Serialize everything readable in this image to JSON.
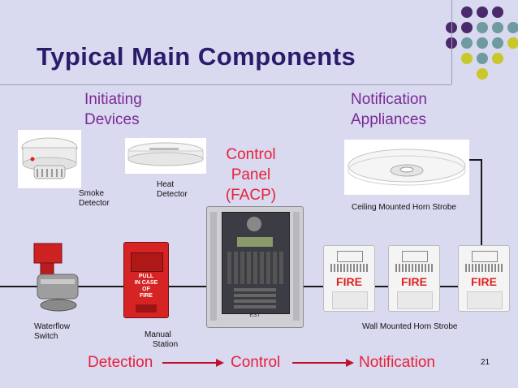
{
  "title": "Typical Main Components",
  "initiating_label": [
    "Initiating",
    "Devices"
  ],
  "notification_label": [
    "Notification",
    "Appliances"
  ],
  "control_label": [
    "Control",
    "Panel",
    "(FACP)"
  ],
  "captions": {
    "smoke": [
      "Smoke",
      "Detector"
    ],
    "heat": [
      "Heat",
      "Detector"
    ],
    "waterflow": [
      "Waterflow",
      "Switch"
    ],
    "manual": [
      "Manual",
      "Station"
    ],
    "ceiling": "Ceiling Mounted Horn Strobe",
    "wall": "Wall Mounted Horn Strobe"
  },
  "flow": {
    "detection": "Detection",
    "control": "Control",
    "notification": "Notification"
  },
  "page_number": "21",
  "device_text": {
    "fire": "FIRE",
    "pull": "PULL",
    "in_case": "IN CASE",
    "of": "OF",
    "fire_small": "FIRE",
    "est": "EST"
  },
  "colors": {
    "title": "#2b1b6b",
    "accent_purple": "#7a2a96",
    "accent_red": "#e8213b",
    "dot_purple": "#4b2a6b",
    "dot_teal": "#6f9aa0",
    "dot_yellow": "#c8c82a"
  }
}
